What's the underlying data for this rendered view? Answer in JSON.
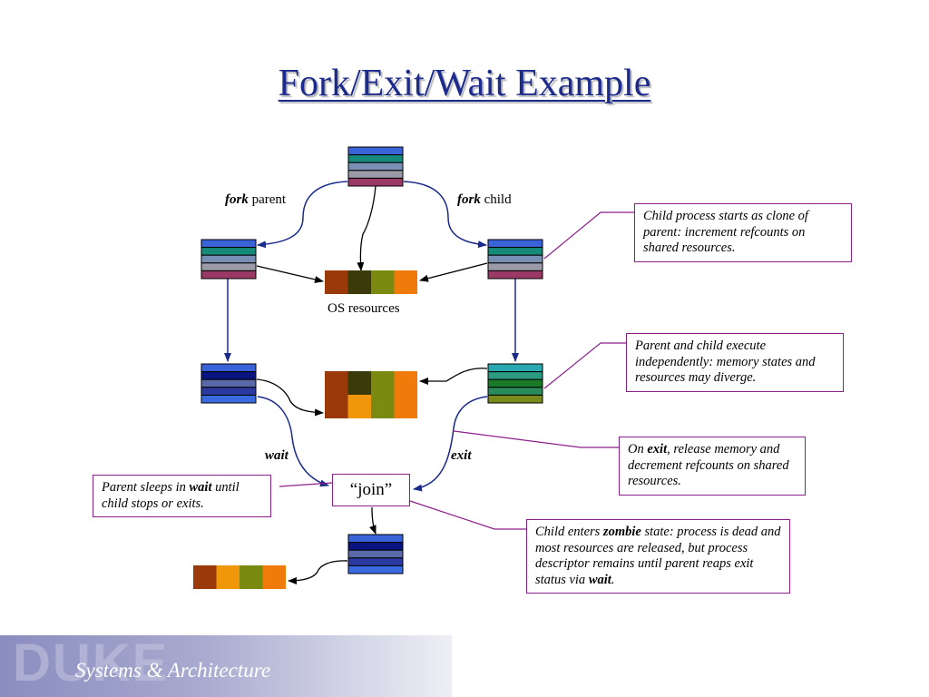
{
  "title": "Fork/Exit/Wait Example",
  "labels": {
    "fork_parent_keyword": "fork",
    "fork_parent_rest": " parent",
    "fork_child_keyword": "fork",
    "fork_child_rest": " child",
    "os_resources": "OS resources",
    "wait": "wait",
    "exit": "exit",
    "join": "“join”"
  },
  "notes": {
    "child_clone": "Child process starts as clone of parent: increment refcounts on shared resources.",
    "independent": "Parent and child execute independently: memory states and resources may diverge.",
    "exit_pre": "On ",
    "exit_kw": "exit",
    "exit_post": ", release memory and decrement refcounts on shared resources.",
    "parent_sleeps_pre": "Parent sleeps in ",
    "parent_sleeps_kw": "wait",
    "parent_sleeps_post": " until child stops or exits.",
    "zombie_pre": "Child enters ",
    "zombie_kw": "zombie",
    "zombie_mid": " state: process is dead and most resources are released, but process descriptor remains until parent reaps exit status via ",
    "zombie_kw2": "wait",
    "zombie_post": "."
  },
  "footer": {
    "watermark": "DUKE",
    "text": "Systems & Architecture"
  },
  "colors": {
    "title": "#1c2b8c",
    "arrow": "#1a2a8a",
    "callout": "#8b1f8b",
    "stack_initial": [
      "#3a63d8",
      "#168a7a",
      "#7a8fb4",
      "#9a9aa8",
      "#9a3866"
    ],
    "stack_child_diverged": [
      "#2aa8b0",
      "#2a9a80",
      "#1a7a2a",
      "#2a8a5a",
      "#7a8a1a"
    ],
    "stack_parent_diverged": [
      "#3a63d8",
      "#0a1480",
      "#5a6aa8",
      "#2a3aa0",
      "#3a6ae0"
    ],
    "stack_final": [
      "#3a63d8",
      "#0a1480",
      "#5a6aa8",
      "#2a3aa0",
      "#3a6ae0"
    ],
    "resources": [
      "#9a3a0a",
      "#3a3a0a",
      "#7a8a10",
      "#f07a0a"
    ],
    "resources_second_row": [
      "#9a3a0a",
      "#f0960a",
      "#7a8a10",
      "#f07a0a"
    ],
    "resources_final": [
      "#9a3a0a",
      "#f0960a",
      "#7a8a10",
      "#f07a0a"
    ]
  }
}
